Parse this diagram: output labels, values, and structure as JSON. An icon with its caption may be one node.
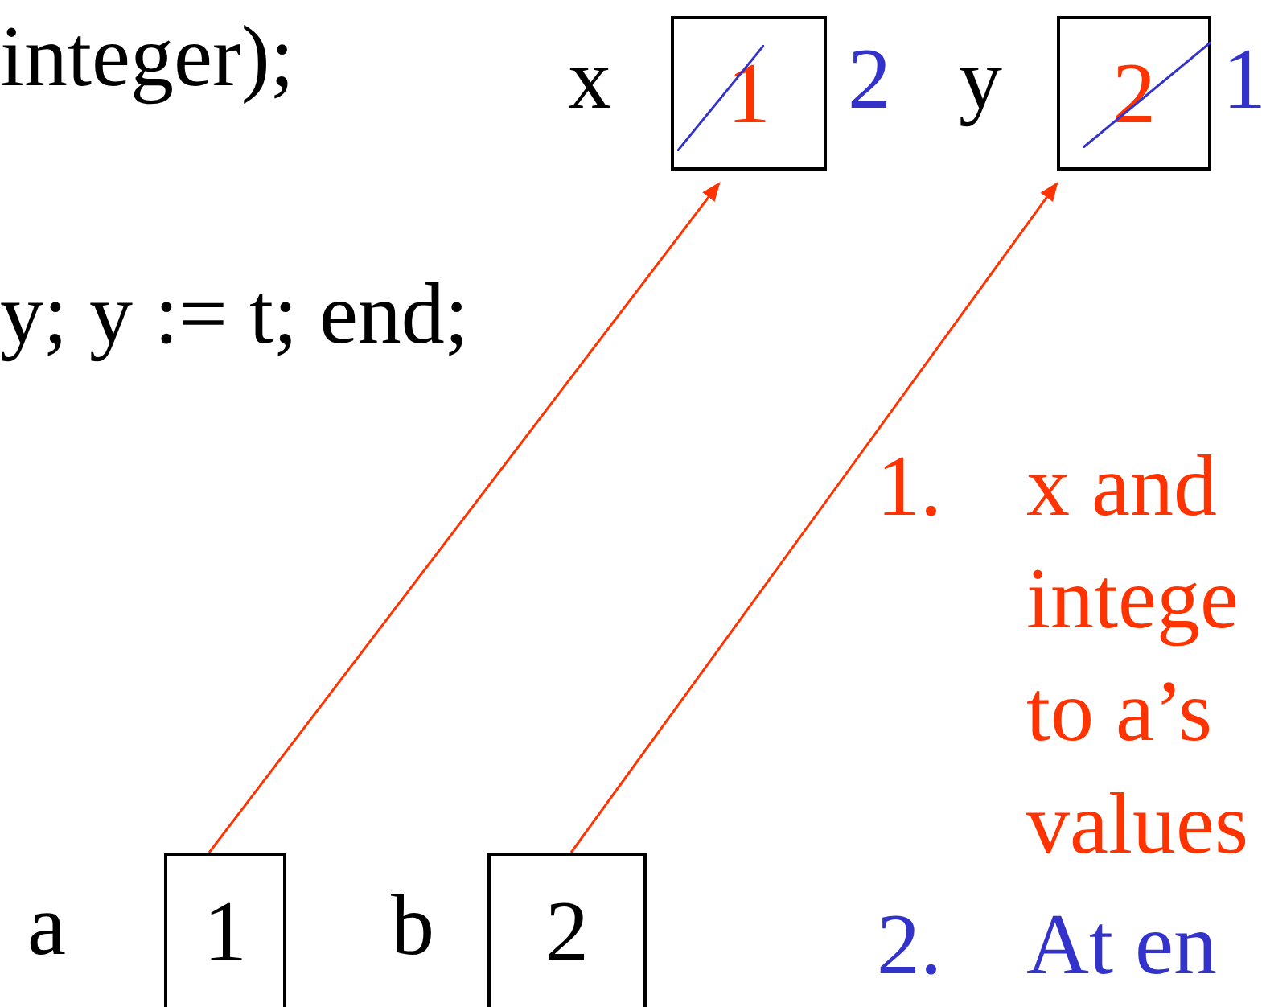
{
  "diagram": {
    "nodes": [
      {
        "text": [
          "1"
        ],
        "beside": [
          "x",
          "2"
        ]
      },
      {
        "text": [
          "2"
        ],
        "beside": [
          "y",
          "1"
        ]
      },
      {
        "text": [
          "1"
        ],
        "beside": [
          "a"
        ]
      },
      {
        "text": [
          "2"
        ],
        "beside": [
          "b"
        ]
      }
    ],
    "edges": [
      {
        "from": 2,
        "to": 0,
        "arrow": "to"
      },
      {
        "from": 3,
        "to": 1,
        "arrow": "to"
      }
    ],
    "labels": [
      "integer);",
      "y; y := t;  end;",
      "1.",
      "x and",
      "intege",
      "to a’s",
      "values",
      "2.",
      "At en"
    ]
  }
}
